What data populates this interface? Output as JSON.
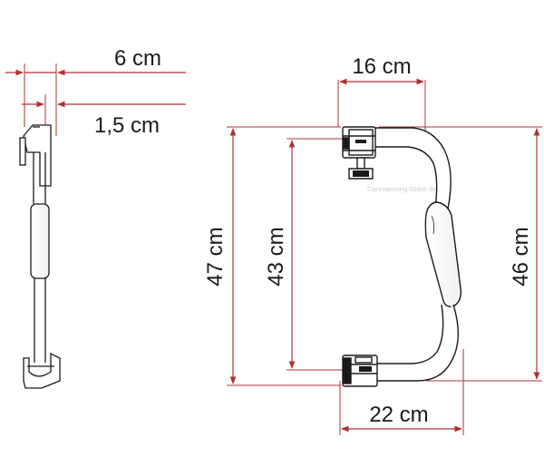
{
  "diagram": {
    "dimensions": {
      "side_width": "6 cm",
      "side_tube": "1,5 cm",
      "top_span": "16 cm",
      "bottom_span": "22 cm",
      "outer_height": "47 cm",
      "inner_height": "43 cm",
      "right_height": "46 cm"
    },
    "watermark": "Caravanning-Store.de",
    "colors": {
      "dimension_line": "#b03030",
      "outline": "#1a1a1a",
      "background": "#ffffff"
    }
  }
}
